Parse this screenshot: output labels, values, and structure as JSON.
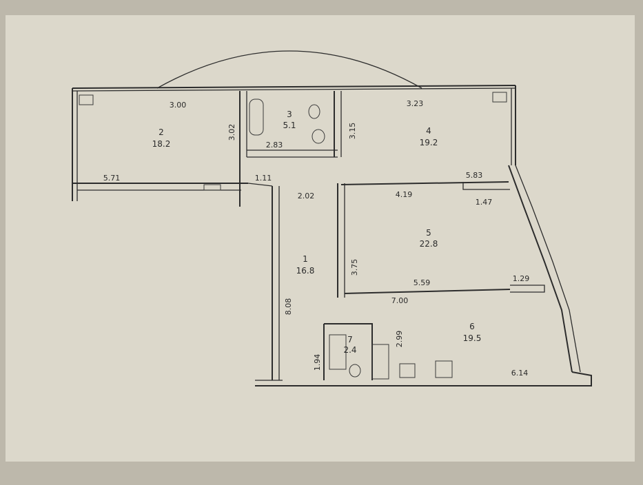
{
  "colors": {
    "paper": "#dcd8cb",
    "border": "#bdb8ab",
    "ink": "#2c2c2c"
  },
  "rooms": [
    {
      "number": "1",
      "area": "16.8"
    },
    {
      "number": "2",
      "area": "18.2"
    },
    {
      "number": "3",
      "area": "5.1"
    },
    {
      "number": "4",
      "area": "19.2"
    },
    {
      "number": "5",
      "area": "22.8"
    },
    {
      "number": "6",
      "area": "19.5"
    },
    {
      "number": "7",
      "area": "2.4"
    }
  ],
  "dimensions": {
    "room2_width": "3.00",
    "room2_depth": "3.02",
    "room2_lower": "5.71",
    "bath_width": "2.83",
    "bath_depth": "3.15",
    "room4_width": "3.23",
    "room4_lower": "5.83",
    "hall_small": "1.11",
    "hall_width": "2.02",
    "room5_width": "4.19",
    "room5_ext": "1.47",
    "room5_depth": "3.75",
    "room6_upper": "5.59",
    "room6_ext": "1.29",
    "room6_width": "7.00",
    "room6_depth": "2.99",
    "room6_lower": "6.14",
    "hall_length": "8.08",
    "wc_depth": "1.94"
  }
}
